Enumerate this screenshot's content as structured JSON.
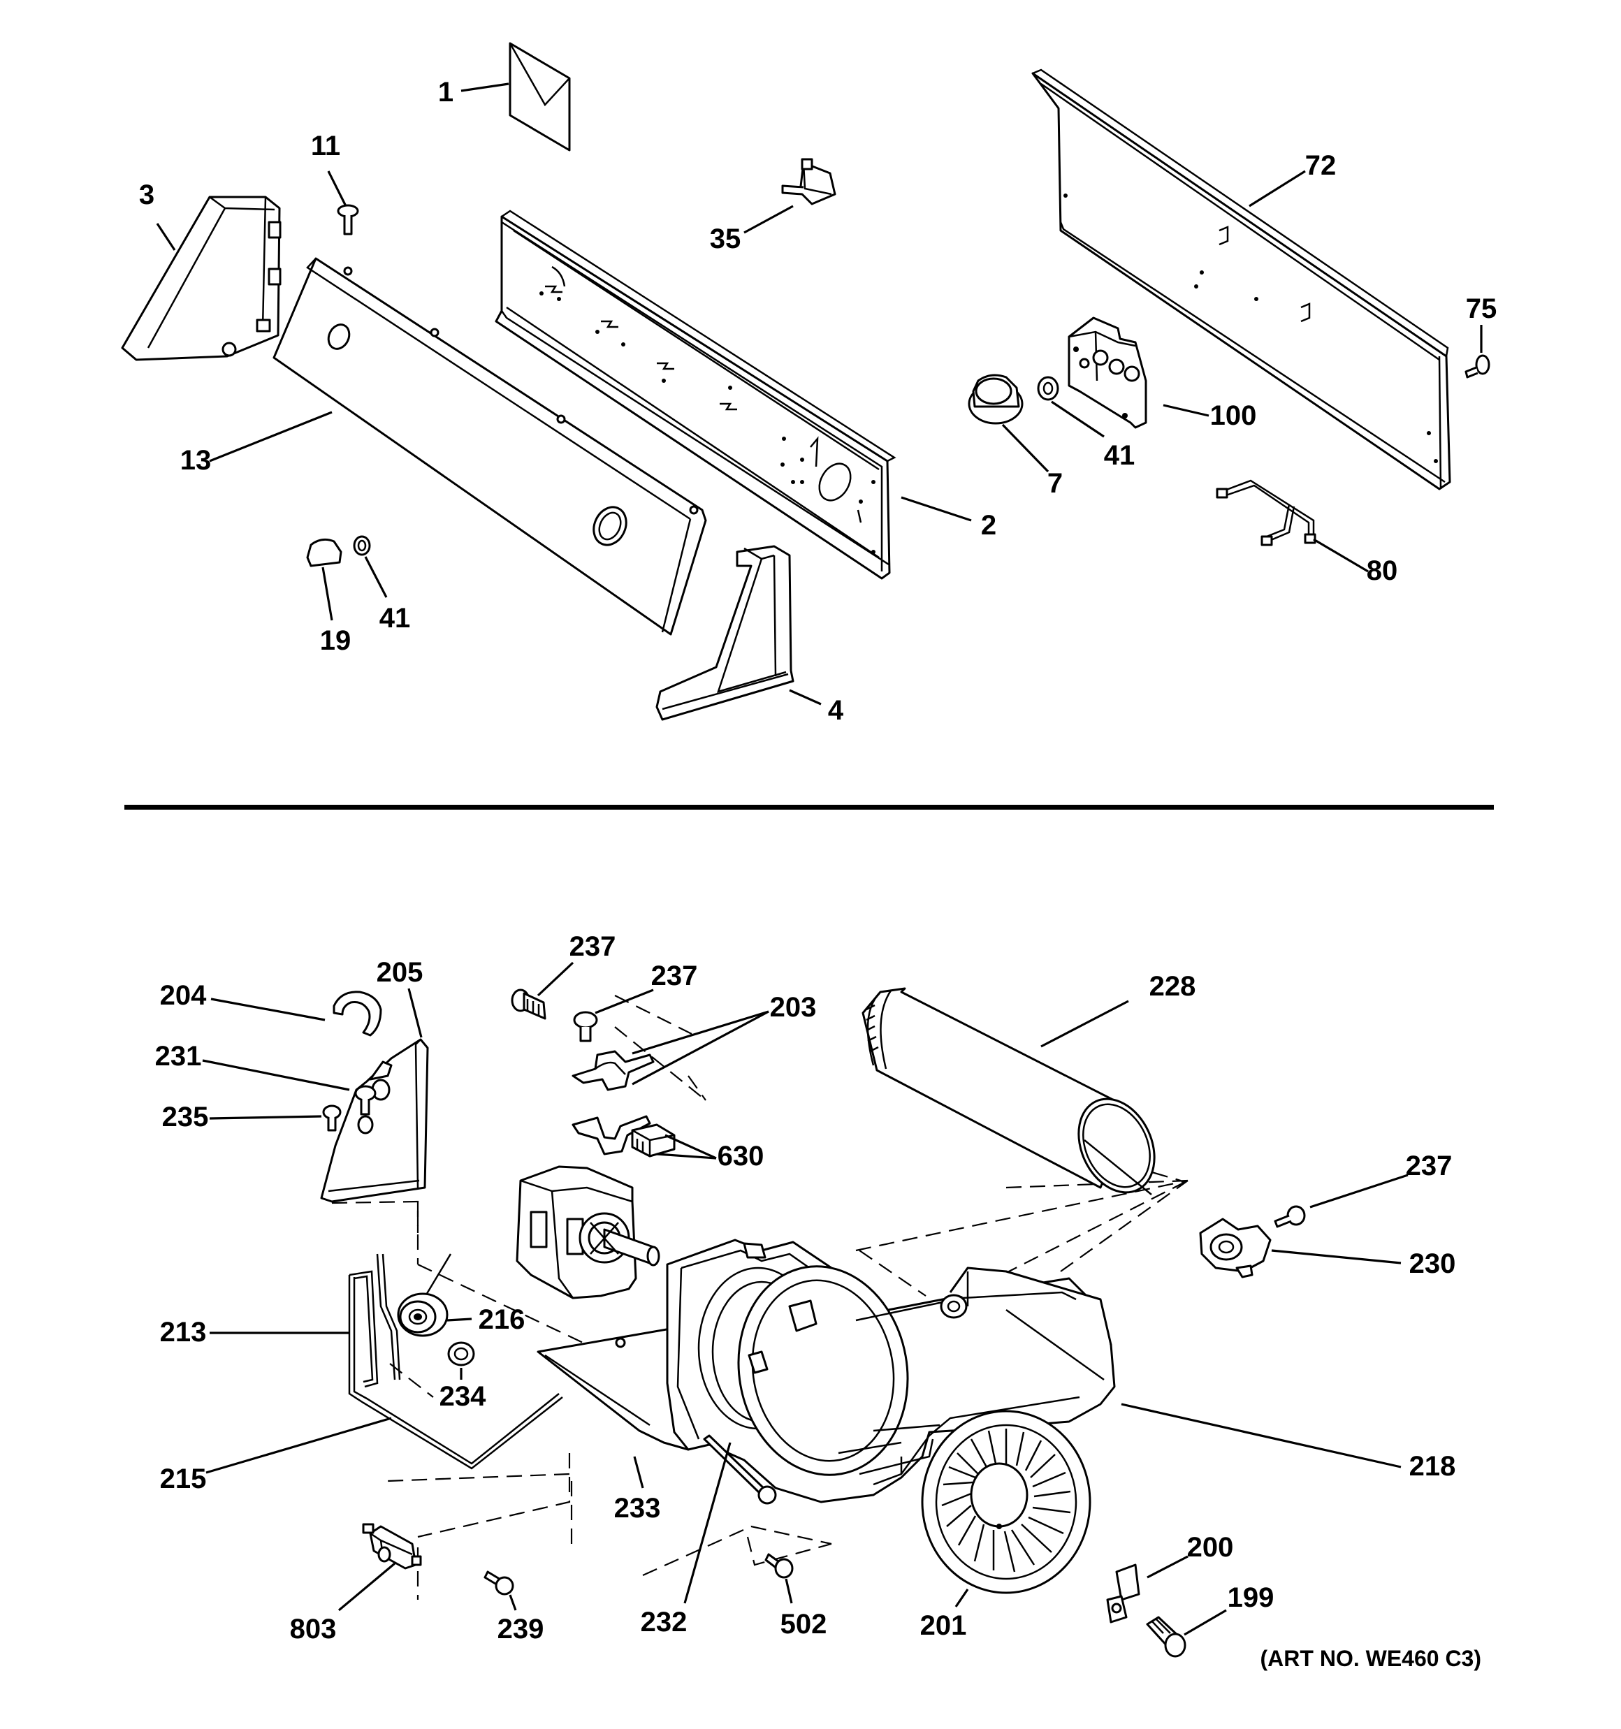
{
  "labels": {
    "l1": "1",
    "l2": "2",
    "l3": "3",
    "l4": "4",
    "l7": "7",
    "l11": "11",
    "l13": "13",
    "l19": "19",
    "l35": "35",
    "l41a": "41",
    "l41b": "41",
    "l72": "72",
    "l75": "75",
    "l80": "80",
    "l100": "100",
    "l199": "199",
    "l200": "200",
    "l201": "201",
    "l203": "203",
    "l204": "204",
    "l205": "205",
    "l213": "213",
    "l215": "215",
    "l216": "216",
    "l218": "218",
    "l228": "228",
    "l230": "230",
    "l231": "231",
    "l232": "232",
    "l233": "233",
    "l234": "234",
    "l235": "235",
    "l237a": "237",
    "l237b": "237",
    "l237c": "237",
    "l239": "239",
    "l502": "502",
    "l630": "630",
    "l803": "803"
  },
  "art_number": "(ART NO. WE460 C3)"
}
